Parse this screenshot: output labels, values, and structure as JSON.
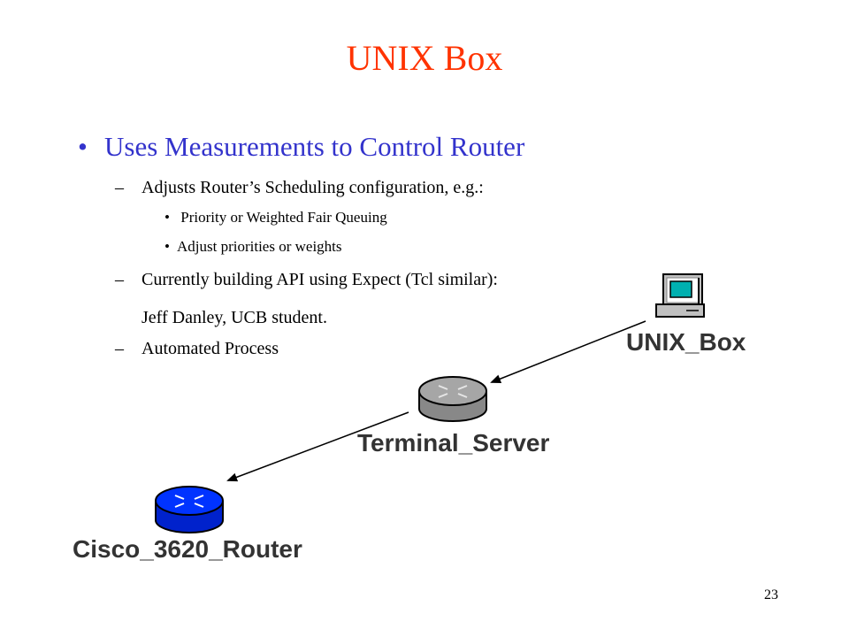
{
  "slide": {
    "title": "UNIX Box",
    "page_number": "23",
    "colors": {
      "title": "#ff3300",
      "main_bullet": "#3333cc",
      "body_text": "#000000"
    }
  },
  "content": {
    "main_bullet": {
      "marker": "•",
      "text": "Uses Measurements to Control Router"
    },
    "items": [
      {
        "marker": "–",
        "text": "Adjusts Router’s Scheduling configuration, e.g.:"
      },
      {
        "marker": "•",
        "text": " Priority or Weighted Fair Queuing"
      },
      {
        "marker": "•",
        "text": "Adjust priorities or weights"
      },
      {
        "marker": "–",
        "text": "Currently building API using Expect (Tcl similar):"
      },
      {
        "marker": "",
        "text": "Jeff Danley, UCB student."
      },
      {
        "marker": "–",
        "text": "Automated Process"
      }
    ]
  },
  "diagram": {
    "nodes": [
      {
        "label": "UNIX_Box",
        "icon": "computer-icon"
      },
      {
        "label": "Terminal_Server",
        "icon": "router-icon",
        "color": "#999999"
      },
      {
        "label": "Cisco_3620_Router",
        "icon": "router-icon",
        "color": "#0033ff"
      }
    ],
    "edges": [
      {
        "from": "UNIX_Box",
        "to": "Terminal_Server"
      },
      {
        "from": "Terminal_Server",
        "to": "Cisco_3620_Router"
      }
    ]
  }
}
